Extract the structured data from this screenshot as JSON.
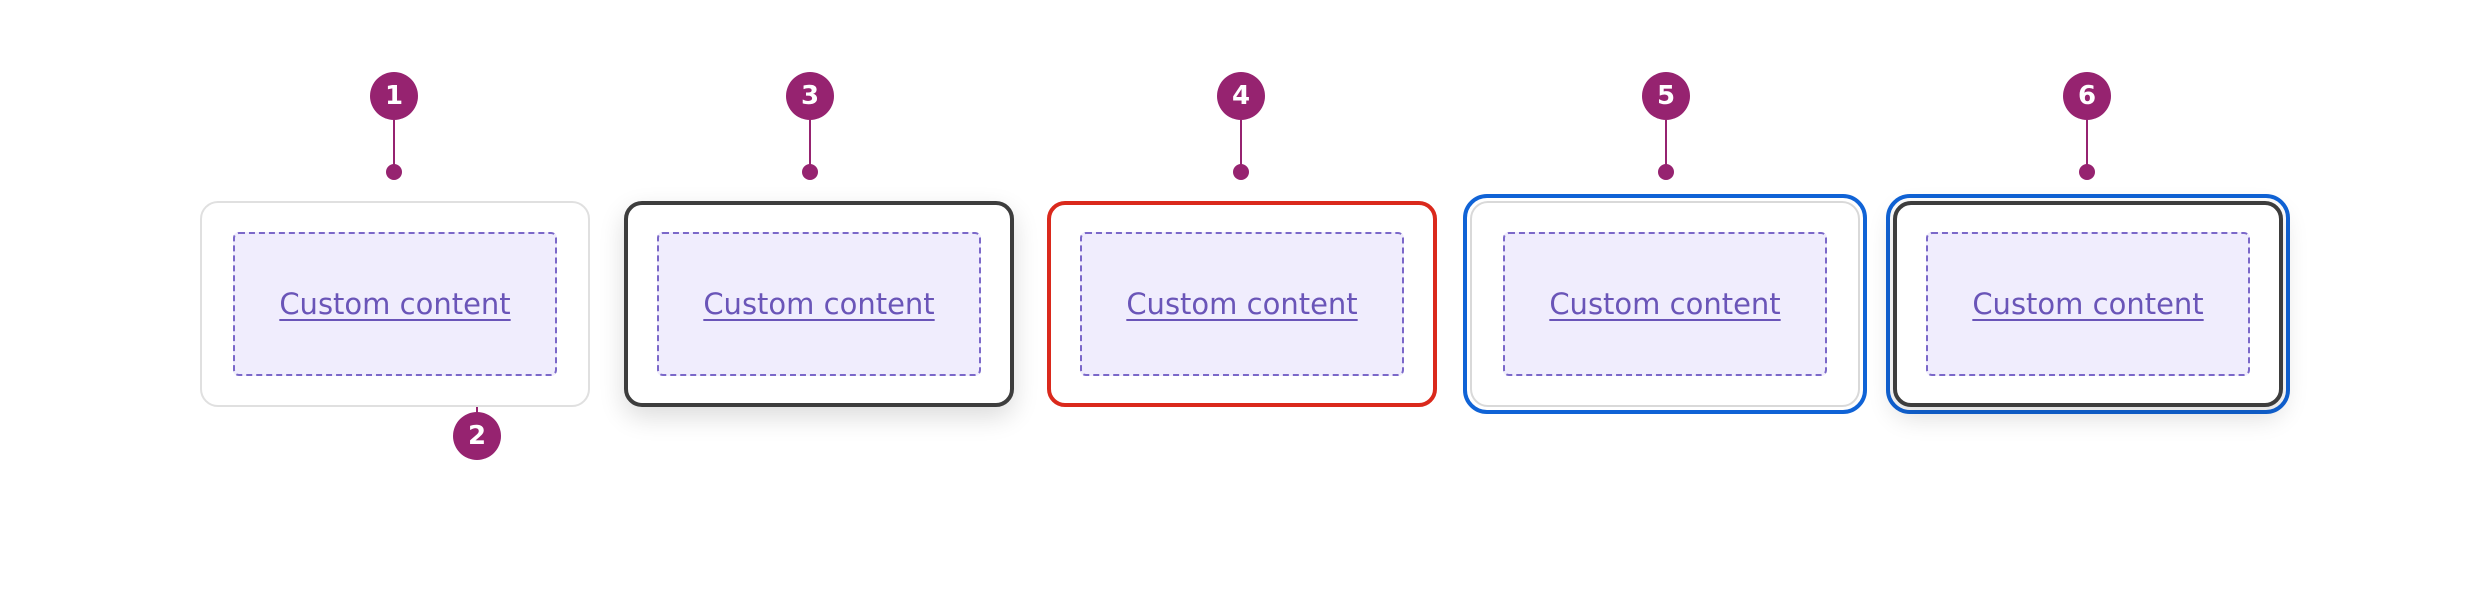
{
  "colors": {
    "marker": "#962370",
    "card_border_rest": "#e0e0e0",
    "card_border_hover": "#3d3d3d",
    "card_border_error": "#da291c",
    "focus_ring": "#1063d6",
    "slot_fill": "#f0edfd",
    "slot_border": "#7b68c9",
    "link_text": "#6a55b8"
  },
  "markers": [
    "1",
    "2",
    "3",
    "4",
    "5",
    "6"
  ],
  "cards": [
    {
      "state": "rest",
      "content_label": "Custom content"
    },
    {
      "state": "hover",
      "content_label": "Custom content"
    },
    {
      "state": "error",
      "content_label": "Custom content"
    },
    {
      "state": "focus",
      "content_label": "Custom content"
    },
    {
      "state": "focus-hover",
      "content_label": "Custom content"
    }
  ]
}
